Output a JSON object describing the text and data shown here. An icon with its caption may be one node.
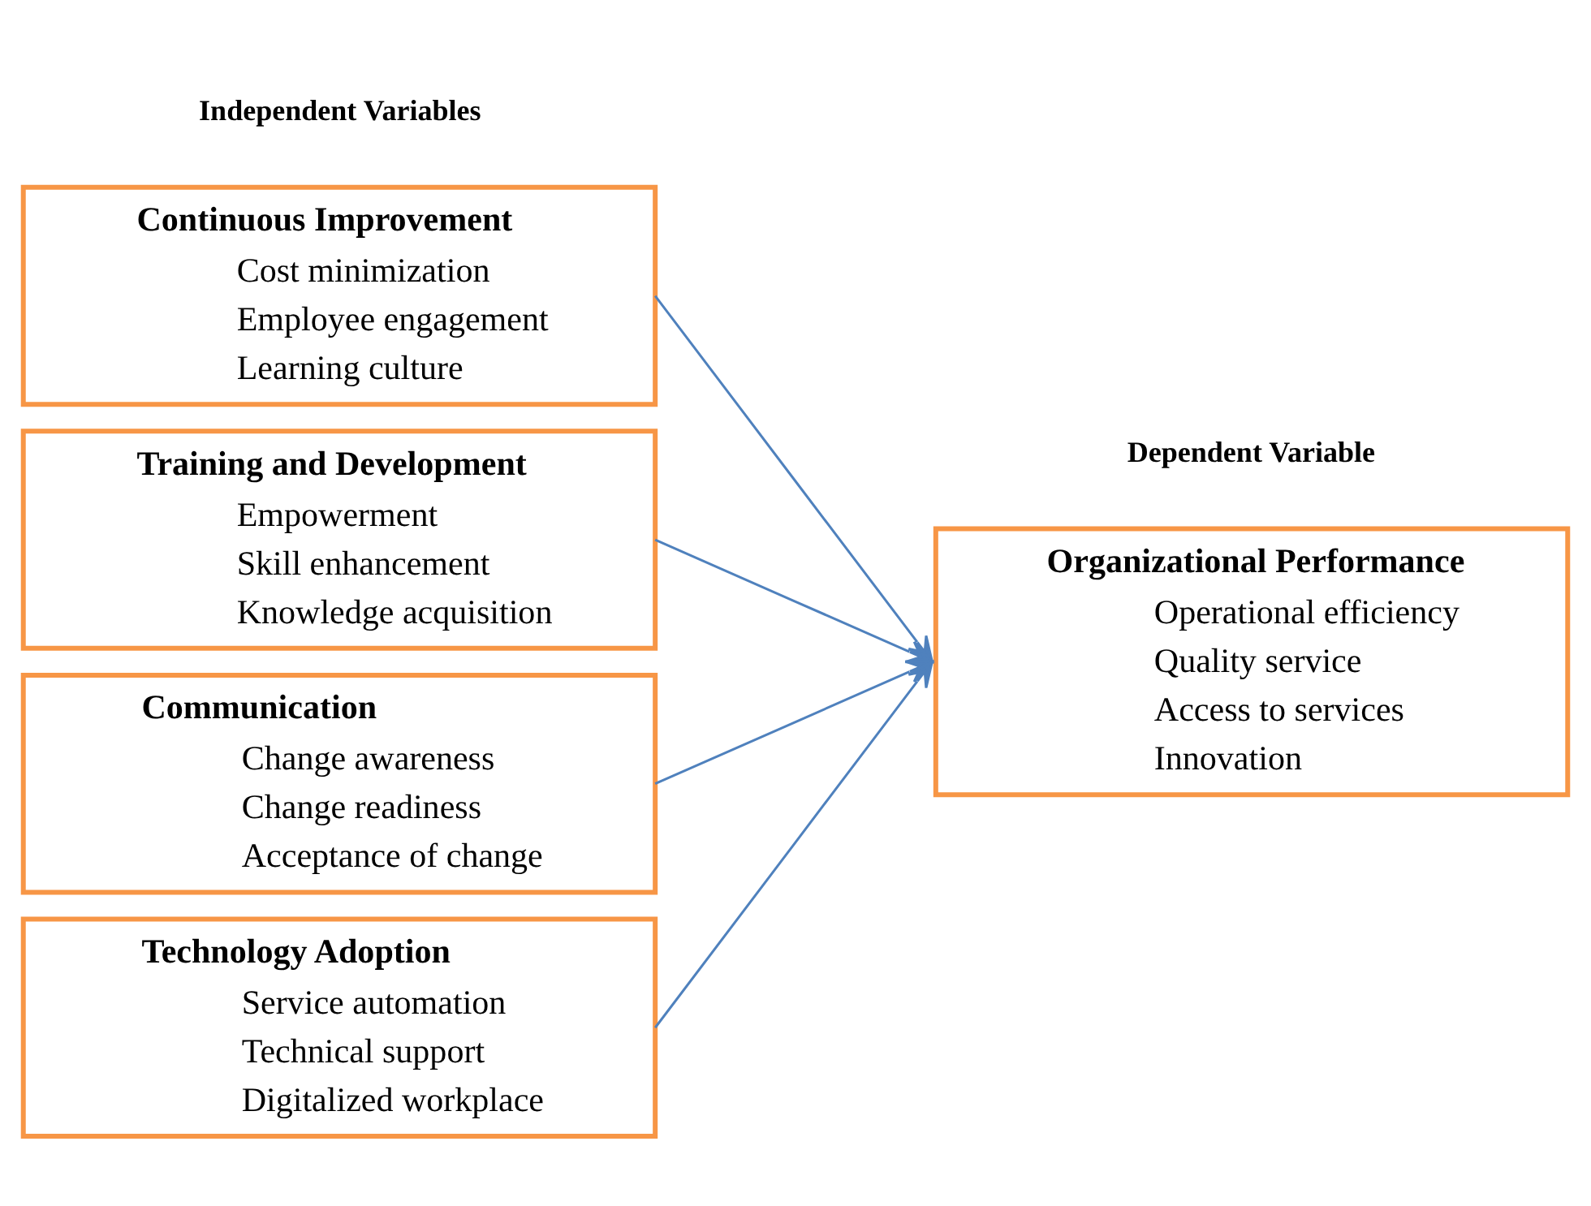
{
  "diagram": {
    "nodes": [
      {
        "text": [
          "Continuous Improvement",
          "Cost minimization",
          "Employee engagement",
          "Learning culture"
        ]
      },
      {
        "text": [
          "Training and Development",
          "Empowerment",
          "Skill enhancement",
          "Knowledge acquisition"
        ]
      },
      {
        "text": [
          "Communication",
          "Change awareness",
          "Change readiness",
          "Acceptance of change"
        ]
      },
      {
        "text": [
          "Technology Adoption",
          "Service automation",
          "Technical support",
          "Digitalized workplace"
        ]
      },
      {
        "text": [
          "Organizational Performance",
          "Operational efficiency",
          "Quality service",
          "Access to services",
          "Innovation"
        ]
      }
    ],
    "edges": [
      {
        "from": 0,
        "to": 4,
        "arrow": "to"
      },
      {
        "from": 1,
        "to": 4,
        "arrow": "to"
      },
      {
        "from": 2,
        "to": 4,
        "arrow": "to"
      },
      {
        "from": 3,
        "to": 4,
        "arrow": "to"
      }
    ],
    "labels": [
      "Independent Variables",
      "Dependent Variable"
    ]
  }
}
